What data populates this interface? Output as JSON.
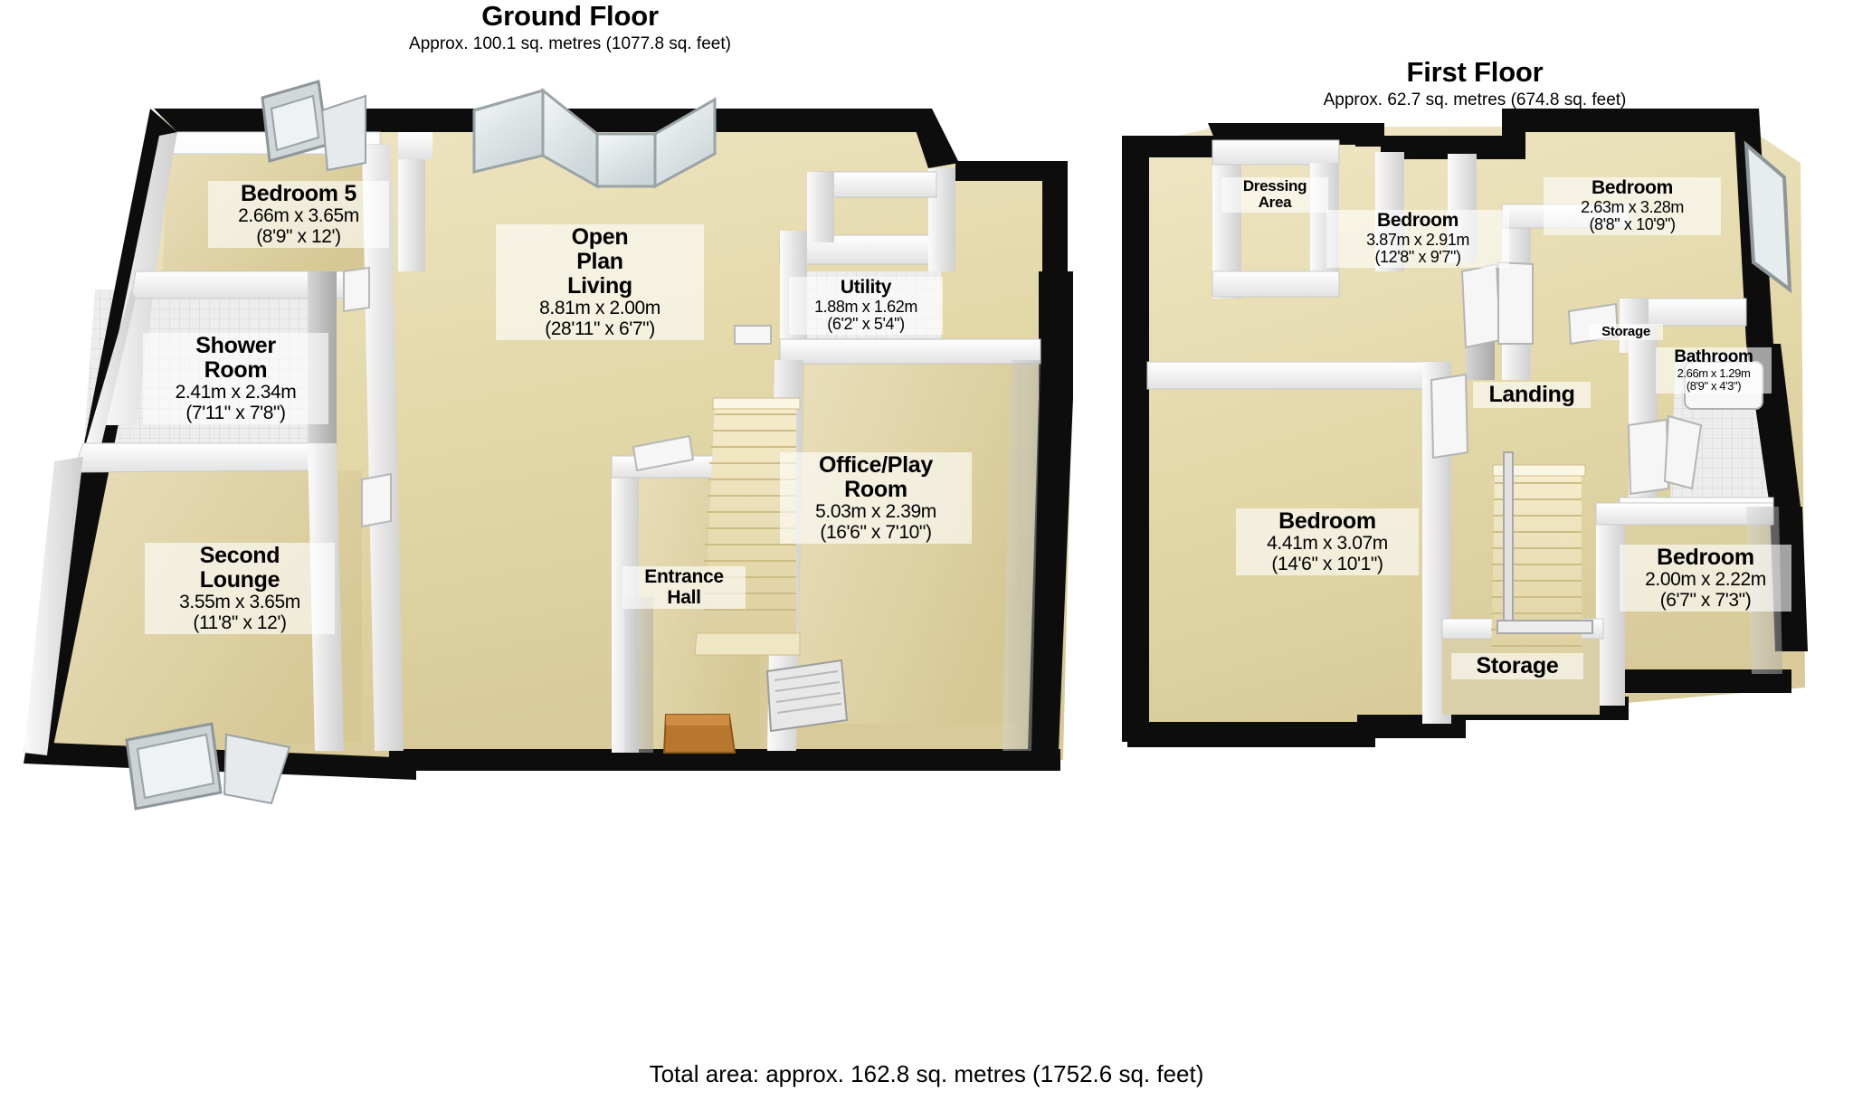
{
  "document": {
    "total_area": "Total area: approx. 162.8 sq. metres (1752.6 sq. feet)"
  },
  "floors": [
    {
      "id": "ground",
      "title": "Ground Floor",
      "subtitle": "Approx. 100.1 sq. metres (1077.8 sq. feet)",
      "rooms": [
        {
          "name": "Bedroom 5",
          "metric": "2.66m x 3.65m",
          "imperial": "(8'9\" x 12')"
        },
        {
          "name": "Shower\nRoom",
          "metric": "2.41m x 2.34m",
          "imperial": "(7'11\" x 7'8\")"
        },
        {
          "name": "Second\nLounge",
          "metric": "3.55m x 3.65m",
          "imperial": "(11'8\" x 12')"
        },
        {
          "name": "Open\nPlan\nLiving",
          "metric": "8.81m x 2.00m",
          "imperial": "(28'11\" x 6'7\")"
        },
        {
          "name": "Utility",
          "metric": "1.88m x 1.62m",
          "imperial": "(6'2\" x 5'4\")"
        },
        {
          "name": "Office/Play\nRoom",
          "metric": "5.03m x 2.39m",
          "imperial": "(16'6\" x 7'10\")"
        },
        {
          "name": "Entrance\nHall",
          "metric": "",
          "imperial": ""
        }
      ]
    },
    {
      "id": "first",
      "title": "First Floor",
      "subtitle": "Approx. 62.7 sq. metres (674.8 sq. feet)",
      "rooms": [
        {
          "name": "Dressing\nArea",
          "metric": "",
          "imperial": ""
        },
        {
          "name": "Bedroom",
          "metric": "3.87m x 2.91m",
          "imperial": "(12'8\" x 9'7\")"
        },
        {
          "name": "Bedroom",
          "metric": "2.63m x 3.28m",
          "imperial": "(8'8\" x 10'9\")"
        },
        {
          "name": "Storage",
          "metric": "",
          "imperial": ""
        },
        {
          "name": "Bathroom",
          "metric": "2.66m x 1.29m",
          "imperial": "(8'9\" x 4'3\")"
        },
        {
          "name": "Landing",
          "metric": "",
          "imperial": ""
        },
        {
          "name": "Bedroom",
          "metric": "4.41m x 3.07m",
          "imperial": "(14'6\" x 10'1\")"
        },
        {
          "name": "Bedroom",
          "metric": "2.00m x 2.22m",
          "imperial": "(6'7\" x 7'3\")"
        },
        {
          "name": "Storage",
          "metric": "",
          "imperial": ""
        }
      ]
    }
  ],
  "colors": {
    "wall_outline": "#0a0a0a",
    "wall_top": "#f2f2f2",
    "wall_face_light": "#e9e9e9",
    "wall_face_shadow": "#c9c9c9",
    "floor_carpet": "#e3d9ae",
    "floor_tile": "#f0f0f0",
    "stairs": "#ece0b8",
    "background": "#ffffff",
    "text": "#000000"
  }
}
